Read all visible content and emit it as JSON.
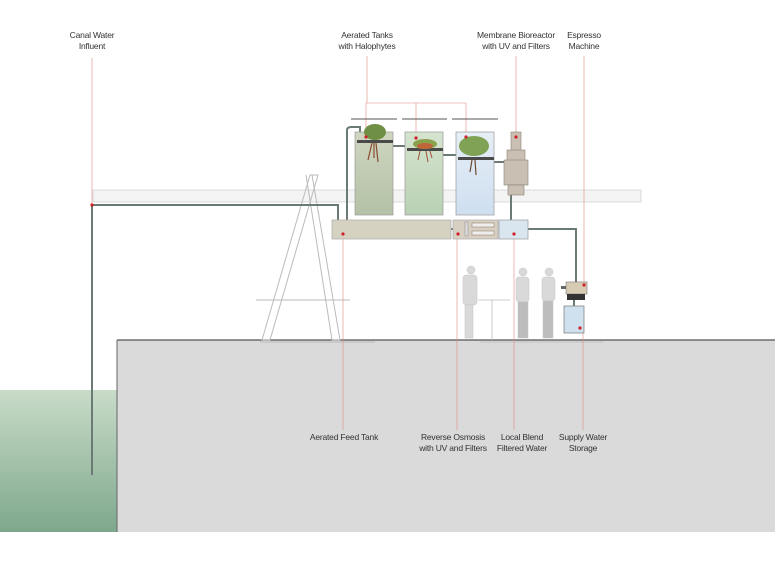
{
  "labels": {
    "canal_water": [
      "Canal Water",
      "Influent"
    ],
    "aerated_tanks": [
      "Aerated Tanks",
      "with Halophytes"
    ],
    "membrane_bioreactor": [
      "Membrane Bioreactor",
      "with UV and Filters"
    ],
    "espresso_machine": [
      "Espresso",
      "Machine"
    ],
    "aerated_feed_tank": [
      "Aerated Feed Tank"
    ],
    "reverse_osmosis": [
      "Reverse Osmosis",
      "with UV and Filters"
    ],
    "local_blend": [
      "Local Blend",
      "Filtered Water"
    ],
    "supply_water": [
      "Supply Water",
      "Storage"
    ]
  },
  "colors": {
    "leader": "#e08a80",
    "marker": "#d0202a",
    "pipe": "#6b7a74",
    "ground": "#dadada",
    "water": "#8fb59c"
  }
}
